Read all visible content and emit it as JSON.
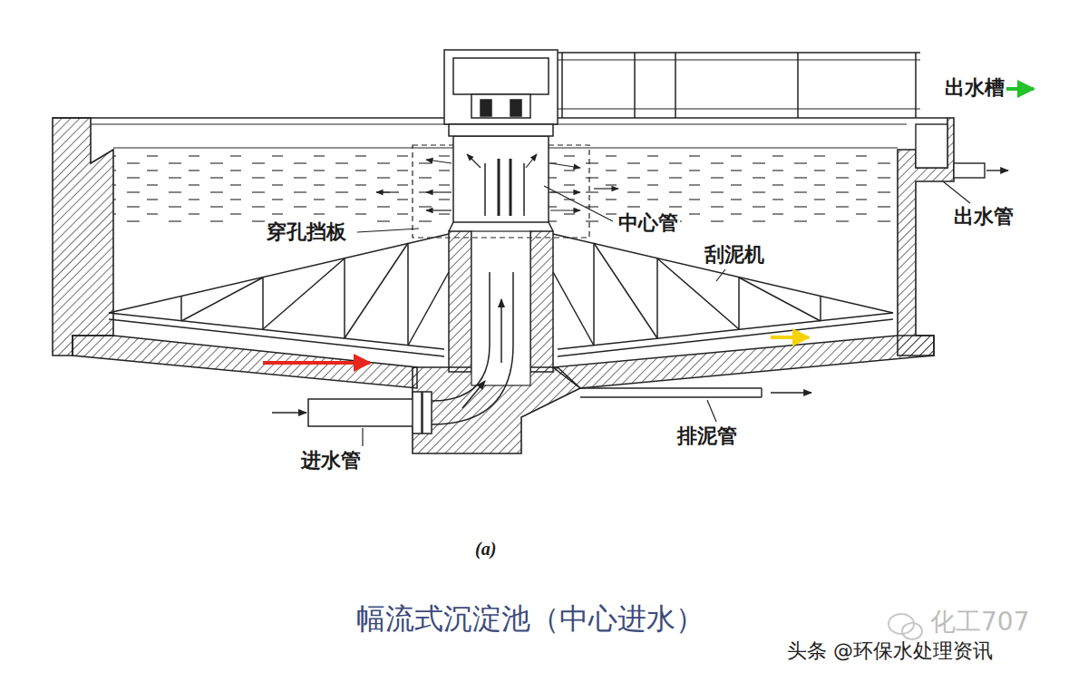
{
  "diagram": {
    "caption": "幅流式沉淀池（中心进水）",
    "labels": [
      "出水槽",
      "中心管",
      "出水管",
      "穿孔挡板",
      "刮泥机",
      "进水管",
      "排泥管",
      "(a)",
      "化工707",
      "头条 @环保水处理资讯"
    ]
  }
}
